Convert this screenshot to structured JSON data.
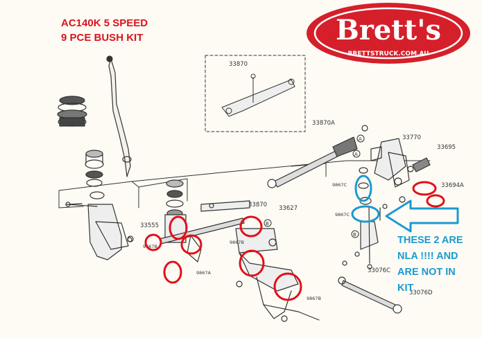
{
  "title": {
    "line1": "AC140K 5 SPEED",
    "line2": "9 PCE BUSH KIT"
  },
  "logo": {
    "name": "Brett's",
    "url": "BRETTSTRUCK.COM.AU",
    "colors": {
      "red": "#d51f2a",
      "white": "#ffffff"
    }
  },
  "note": {
    "lines": [
      "THESE 2 ARE",
      "NLA !!!! AND",
      "ARE NOT IN",
      "KIT"
    ],
    "color": "#1b9ad1"
  },
  "part_numbers": {
    "p33870": "33870",
    "p33870a": "33870A",
    "p33770": "33770",
    "p33695": "33695",
    "p33694a": "33694A",
    "p9867c_1": "9867C",
    "p9867c_2": "9867C",
    "p33870b": "33870",
    "p33627": "33627",
    "p33555": "33555",
    "p9867a": "9867A",
    "p9867b": "9867B",
    "p9867b_2": "9867B",
    "p33076c": "33076C",
    "p33076d": "33076D",
    "callout_a": "A",
    "callout_b": "B"
  },
  "colors": {
    "highlight_red": "#e0101a",
    "highlight_blue": "#1b9ad1",
    "line": "#333333"
  }
}
